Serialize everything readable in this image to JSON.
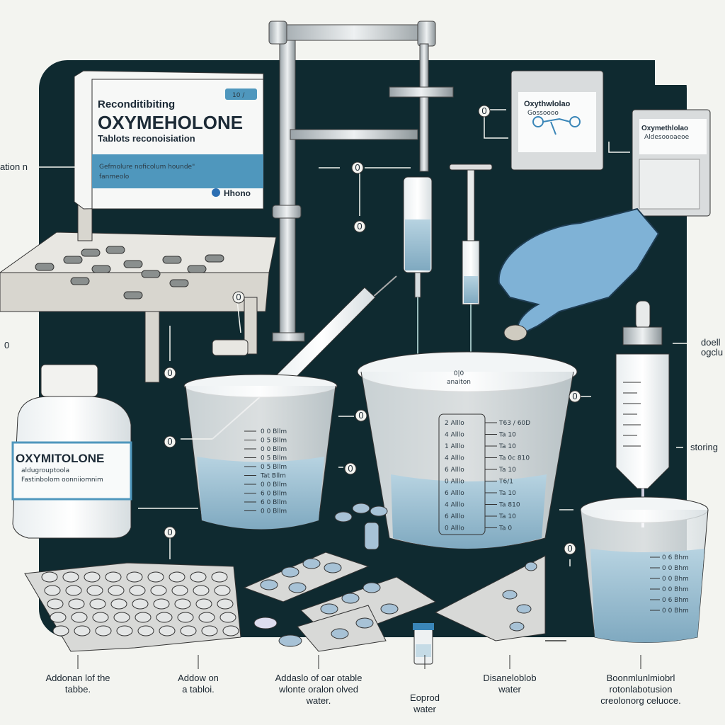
{
  "box": {
    "subtitle_top": "Reconditibiting",
    "title": "OXYMEHOLONE",
    "line2": "Tablots reconoisiation",
    "band_text_1": "Gefmolure noficolum hounde\"",
    "band_text_2": "fanmeolo",
    "badge": "10 /",
    "brand": "Hhono"
  },
  "bottle": {
    "title": "OXYMITOLONE",
    "line1": "aldugrouptoola",
    "line2": "Fastinbolom oonniiomnim"
  },
  "pouches": [
    {
      "title": "Oxythwlolao",
      "subtitle": "Gossoooo"
    },
    {
      "title": "Oxymethlolao",
      "subtitle": "Aldesoooaeoe"
    }
  ],
  "beaker_center": {
    "top_label_1": "0|0",
    "top_label_2": "anaiton",
    "marks_left": [
      "2 Alllo",
      "4 Alllo",
      "1 Alllo",
      "4 Alllo",
      "6 Alllo",
      "0 Alllo",
      "6 Alllo",
      "4 Alllo",
      "6 Alllo",
      "0 Alllo"
    ],
    "marks_right": [
      "T63 / 60D",
      "Ta 10",
      "Ta 10",
      "Ta 0c 810",
      "Ta 10",
      "T6/1",
      "Ta 10",
      "Ta 810",
      "Ta 10",
      "Ta 0"
    ]
  },
  "beaker_left": {
    "marks": [
      "0 0 Bllm",
      "0 5 Bllm",
      "0 0 Bllm",
      "0 5 Bllm",
      "0 5 Bllm",
      "Tat Bllm",
      "0 0 Bllm",
      "6 0 Bllm",
      "6 0 Bllm",
      "0 0 Bllm"
    ]
  },
  "beaker_right": {
    "marks": [
      "0 6 Bhm",
      "0 0 Bhm",
      "0 0 Bhm",
      "0 0 Bhm",
      "0 6 Bhm",
      "0 0 Bhm"
    ]
  },
  "side_labels": {
    "left_top": "ation n",
    "left_mid": "0",
    "right_top_1": "doell",
    "right_top_2": "ogclu",
    "right_mid": "storing"
  },
  "markers": [
    "0",
    "0",
    "0",
    "0",
    "0",
    "0",
    "0",
    "0",
    "0",
    "0",
    "0"
  ],
  "captions": [
    {
      "lines": [
        "Addonan lof the",
        "tabbe."
      ]
    },
    {
      "lines": [
        "Addow on",
        "a tabloi."
      ]
    },
    {
      "lines": [
        "Addaslo of oar otable",
        "wlonte oralon olved",
        "water."
      ]
    },
    {
      "lines": [
        "Eoprod",
        "water"
      ]
    },
    {
      "lines": [
        "Disaneloblob",
        "water"
      ]
    },
    {
      "lines": [
        "Boonmlunlmiobrl",
        "rotonlabotusion",
        "creolonorg celuoce."
      ]
    }
  ],
  "colors": {
    "panel": "#0f2a30",
    "liquid": "#9ec3d6",
    "glove": "#7fb2d6",
    "accent": "#3a86b8"
  }
}
